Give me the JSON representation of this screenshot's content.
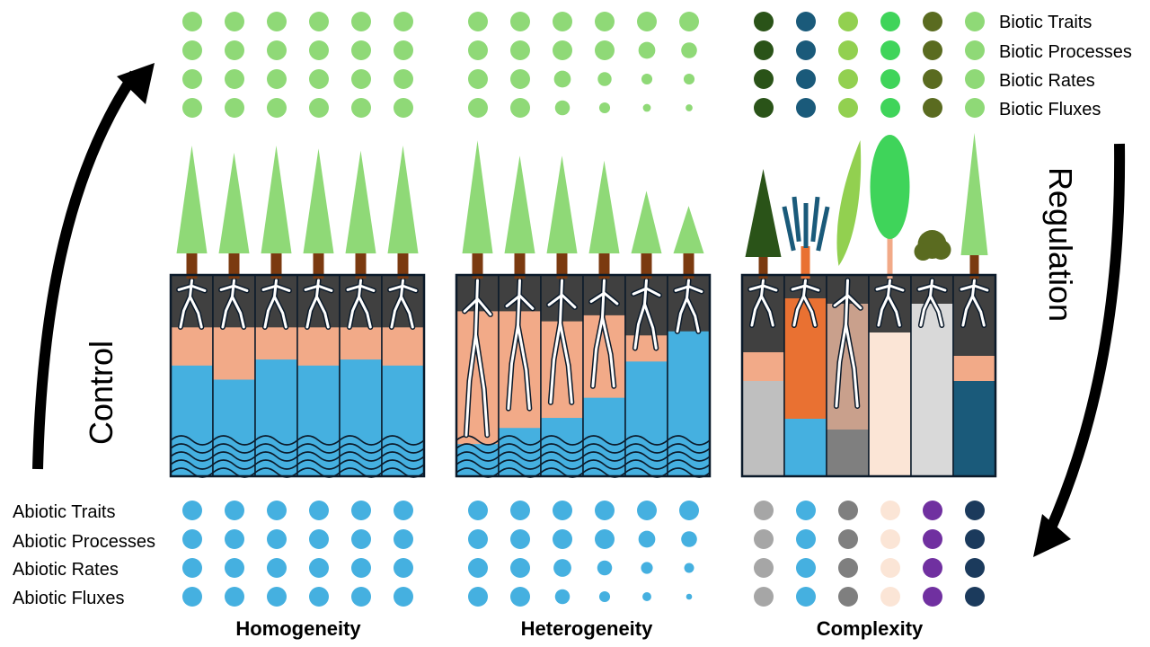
{
  "labels": {
    "biotic": [
      "Biotic Traits",
      "Biotic Processes",
      "Biotic Rates",
      "Biotic Fluxes"
    ],
    "abiotic": [
      "Abiotic Traits",
      "Abiotic Processes",
      "Abiotic Rates",
      "Abiotic Fluxes"
    ],
    "control": "Control",
    "regulation": "Regulation",
    "panels": [
      "Homogeneity",
      "Heterogeneity",
      "Complexity"
    ]
  },
  "dot_matrices": {
    "biotic": [
      {
        "color": "#8fd977",
        "sizes": [
          [
            1,
            1,
            1,
            1,
            1,
            1
          ],
          [
            1,
            1,
            1,
            1,
            1,
            1
          ],
          [
            1,
            1,
            1,
            1,
            1,
            1
          ],
          [
            1,
            1,
            1,
            1,
            1,
            1
          ]
        ]
      },
      {
        "color": "#8fd977",
        "sizes": [
          [
            1,
            1,
            1,
            1,
            1,
            1
          ],
          [
            1,
            1,
            1,
            1,
            0.85,
            0.8
          ],
          [
            1,
            1,
            0.85,
            0.7,
            0.55,
            0.55
          ],
          [
            1,
            1,
            0.75,
            0.55,
            0.4,
            0.35
          ]
        ]
      },
      {
        "colors": [
          "#2a5318",
          "#1a5a7a",
          "#92d050",
          "#3fd45a",
          "#5a6b20",
          "#8fd977"
        ],
        "sizes": [
          [
            1,
            1,
            1,
            1,
            1,
            1
          ],
          [
            1,
            1,
            1,
            1,
            1,
            1
          ],
          [
            1,
            1,
            1,
            1,
            1,
            1
          ],
          [
            1,
            1,
            1,
            1,
            1,
            1
          ]
        ]
      }
    ],
    "abiotic": [
      {
        "color": "#45b0e0",
        "sizes": [
          [
            1,
            1,
            1,
            1,
            1,
            1
          ],
          [
            1,
            1,
            1,
            1,
            1,
            1
          ],
          [
            1,
            1,
            1,
            1,
            1,
            1
          ],
          [
            1,
            1,
            1,
            1,
            1,
            1
          ]
        ]
      },
      {
        "color": "#45b0e0",
        "sizes": [
          [
            1,
            1,
            1,
            1,
            1,
            1
          ],
          [
            1,
            1,
            1,
            1,
            0.85,
            0.8
          ],
          [
            1,
            1,
            0.9,
            0.75,
            0.6,
            0.5
          ],
          [
            1,
            1,
            0.75,
            0.55,
            0.45,
            0.3
          ]
        ]
      },
      {
        "colors": [
          "#a6a6a6",
          "#45b0e0",
          "#7f7f7f",
          "#fbe5d6",
          "#7030a0",
          "#1b3a5c"
        ],
        "sizes": [
          [
            1,
            1,
            1,
            1,
            1,
            1
          ],
          [
            1,
            1,
            1,
            1,
            1,
            1
          ],
          [
            1,
            1,
            1,
            1,
            1,
            1
          ],
          [
            1,
            1,
            1,
            1,
            1,
            1
          ]
        ]
      }
    ]
  },
  "panels": {
    "homogeneity": {
      "trees": [
        1,
        0.93,
        1,
        0.97,
        0.95,
        1
      ],
      "water": [
        0.55,
        0.48,
        0.58,
        0.55,
        0.58,
        0.55
      ],
      "soil_top": [
        0.18,
        0.18,
        0.18,
        0.18,
        0.18,
        0.18
      ]
    },
    "heterogeneity": {
      "trees": [
        1.05,
        0.9,
        0.9,
        0.85,
        0.55,
        0.4
      ],
      "water": [
        0.16,
        0.24,
        0.29,
        0.39,
        0.57,
        0.72
      ],
      "soil_top": [
        0.1,
        0.1,
        0.15,
        0.12,
        0.22,
        0.28
      ]
    },
    "complexity": {
      "plants": [
        "conifer",
        "fan",
        "leaf",
        "oval",
        "shrub",
        "spruce"
      ],
      "soil_colors": [
        "#f2aa88",
        "#e97132",
        "#c9a08c",
        "#fbe5d6",
        "#d9d9d9",
        "#f2aa88"
      ],
      "bottom_colors": [
        "#bfbfbf",
        "#45b0e0",
        "#7f7f7f",
        "#fbe5d6",
        "#d9d9d9",
        "#1a5a7a"
      ]
    }
  },
  "colors": {
    "tree": "#8fd977",
    "trunk": "#7b3a10",
    "topsoil": "#404040",
    "soil": "#f2aa88",
    "water": "#45b0e0",
    "root": "#ffffff",
    "arrow": "#000000"
  }
}
